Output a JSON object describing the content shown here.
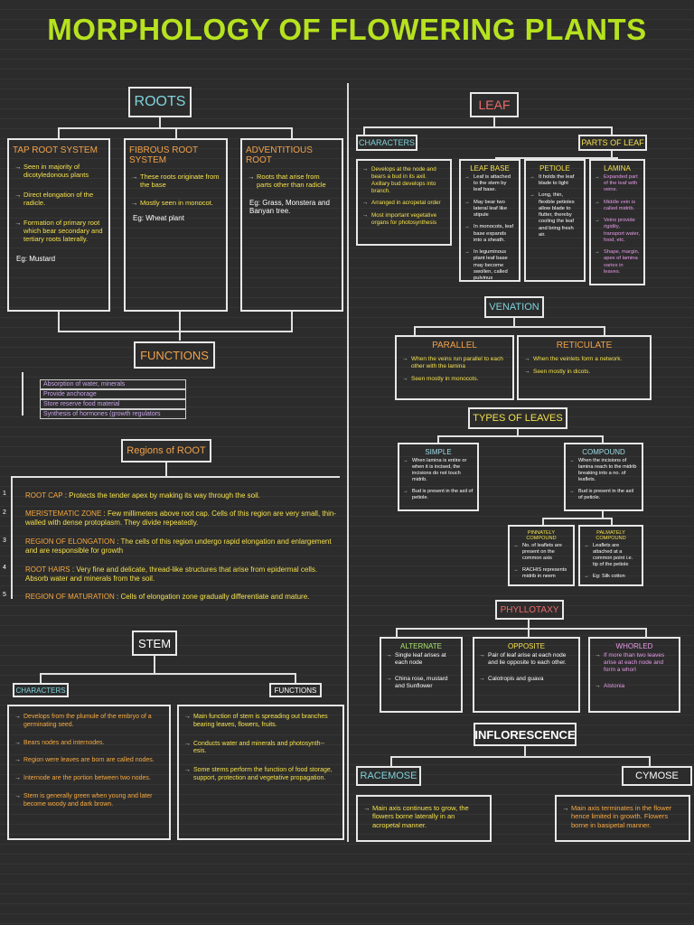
{
  "title": "MORPHOLOGY OF FLOWERING PLANTS",
  "roots": {
    "heading": "ROOTS",
    "types": [
      {
        "title": "TAP ROOT SYSTEM",
        "points": [
          "Seen in majority of dicotyledonous plants",
          "Direct elongation of the radicle.",
          "Formation of primary root which bear secondary and tertiary roots laterally."
        ],
        "eg": "Eg: Mustard"
      },
      {
        "title": "FIBROUS ROOT SYSTEM",
        "points": [
          "These roots originate from the base",
          "Mostly seen in monocot."
        ],
        "eg": "Eg: Wheat plant"
      },
      {
        "title": "ADVENTITIOUS ROOT",
        "points": [
          "Roots that arise from parts other than radicle"
        ],
        "eg": "Eg: Grass, Monstera and Banyan tree."
      }
    ],
    "functions_heading": "FUNCTIONS",
    "functions": [
      "Absorption of water, minerals",
      "Provide anchorage",
      "Store reserve food material",
      "Synthesis of hormones (growth regulators"
    ],
    "regions_heading": "Regions of ROOT",
    "regions": [
      {
        "num": "1",
        "name": "ROOT CAP",
        "desc": ": Protects the tender apex by making its way through the soil."
      },
      {
        "num": "2",
        "name": "MERISTEMATIC ZONE",
        "desc": ": Few millimeters above root cap. Cells of this region are very small, thin-walled with dense protoplasm. They divide repeatedly."
      },
      {
        "num": "3",
        "name": "REGION OF ELONGATION",
        "desc": ": The cells of this region undergo rapid elongation and enlargement and are responsible for growth"
      },
      {
        "num": "4",
        "name": "ROOT HAIRS",
        "desc": ": Very fine and delicate, thread-like structures that arise from epidermal cells. Absorb water and minerals from the soil."
      },
      {
        "num": "5",
        "name": "REGION OF MATURATION",
        "desc": ": Cells of elongation zone gradually differentiate and mature."
      }
    ]
  },
  "stem": {
    "heading": "STEM",
    "characters_label": "CHARACTERS",
    "functions_label": "FUNCTIONS",
    "characters": [
      "Develops from the plumule of the embryo of a germinating seed.",
      "Bears nodes and internodes.",
      "Region were leaves are born are called nodes.",
      "Internode are the portion between two nodes.",
      "Stem is generally green when young and later become woody and dark brown."
    ],
    "functions": [
      "Main function of stem is spreading out branches bearing leaves, flowers, fruits.",
      "Conducts water and minerals and photosynth--esis.",
      "Some stems perform the function of food storage, support, protection and vegetative propagation."
    ]
  },
  "leaf": {
    "heading": "LEAF",
    "characters_label": "CHARACTERS",
    "parts_label": "PARTS OF LEAF",
    "characters": [
      "Develops at the node and bears a bud in its axil. Axillary bud develops into branch.",
      "Arranged in acropetal order",
      "Most important vegetative organs for photosynthesis"
    ],
    "parts": [
      {
        "title": "LEAF BASE",
        "points": [
          "Leaf is attached to the stem by leaf base.",
          "May bear two lateral leaf like stipule",
          "In monocots, leaf base expands into a sheath.",
          "In leguminous plant leaf base may become swollen, called pulvinus"
        ]
      },
      {
        "title": "PETIOLE",
        "points": [
          "It holds the leaf blade to light",
          "Long, thin, flexible petioles allow blade to flutter, thereby cooling the leaf and bring fresh air."
        ]
      },
      {
        "title": "LAMINA",
        "points": [
          "Expanded part of the leaf with veins.",
          "Middle vein is called midrib.",
          "Veins provide rigidity, transport water, food, etc.",
          "Shape, margin, apex of lamina varies in leaves."
        ]
      }
    ]
  },
  "venation": {
    "heading": "VENATION",
    "items": [
      {
        "title": "PARALLEL",
        "points": [
          "When the veins run parallel to each other with the lamina",
          "Seen mostly in monocots."
        ]
      },
      {
        "title": "RETICULATE",
        "points": [
          "When the veinlets form a network.",
          "Seen mostly in dicots."
        ]
      }
    ]
  },
  "types_of_leaves": {
    "heading": "TYPES OF LEAVES",
    "simple": {
      "title": "SIMPLE",
      "points": [
        "When lamina is entire or when it is incised, the incisions do not touch midrib.",
        "Bud is present in the axil of petiole."
      ]
    },
    "compound": {
      "title": "COMPOUND",
      "points": [
        "When the incisions of lamina reach to the midrib breaking into a no. of leaflets.",
        "Bud is present in the axil of petiole."
      ]
    },
    "pinnately": {
      "title": "PINNATELY COMPOUND",
      "points": [
        "No. of leaflets are present on the common axis",
        "RACHIS represents midrib in neem"
      ]
    },
    "palmately": {
      "title": "PALMATELY COMPOUND",
      "points": [
        "Leaflets are attached at a common point i.e. tip of the petiole"
      ],
      "eg": "Eg: Silk cotton"
    }
  },
  "phyllotaxy": {
    "heading": "PHYLLOTAXY",
    "items": [
      {
        "title": "ALTERNATE",
        "points": [
          "Single leaf arises at each node",
          "China rose, mustard and Sunflower"
        ]
      },
      {
        "title": "OPPOSITE",
        "points": [
          "Pair of leaf arise at each node and lie opposite to each other.",
          "Calotropis and guava"
        ]
      },
      {
        "title": "WHORLED",
        "points": [
          "If more than two leaves arise at each node and form a whorl",
          "Alstonia"
        ]
      }
    ]
  },
  "inflorescence": {
    "heading": "INFLORESCENCE",
    "racemose": {
      "title": "RACEMOSE",
      "text": "Main axis continues to grow, the flowers borne laterally in an acropetal manner."
    },
    "cymose": {
      "title": "CYMOSE",
      "text": "Main axis terminates in the flower hence limited in growth. Flowers borne in basipetal manner."
    }
  }
}
